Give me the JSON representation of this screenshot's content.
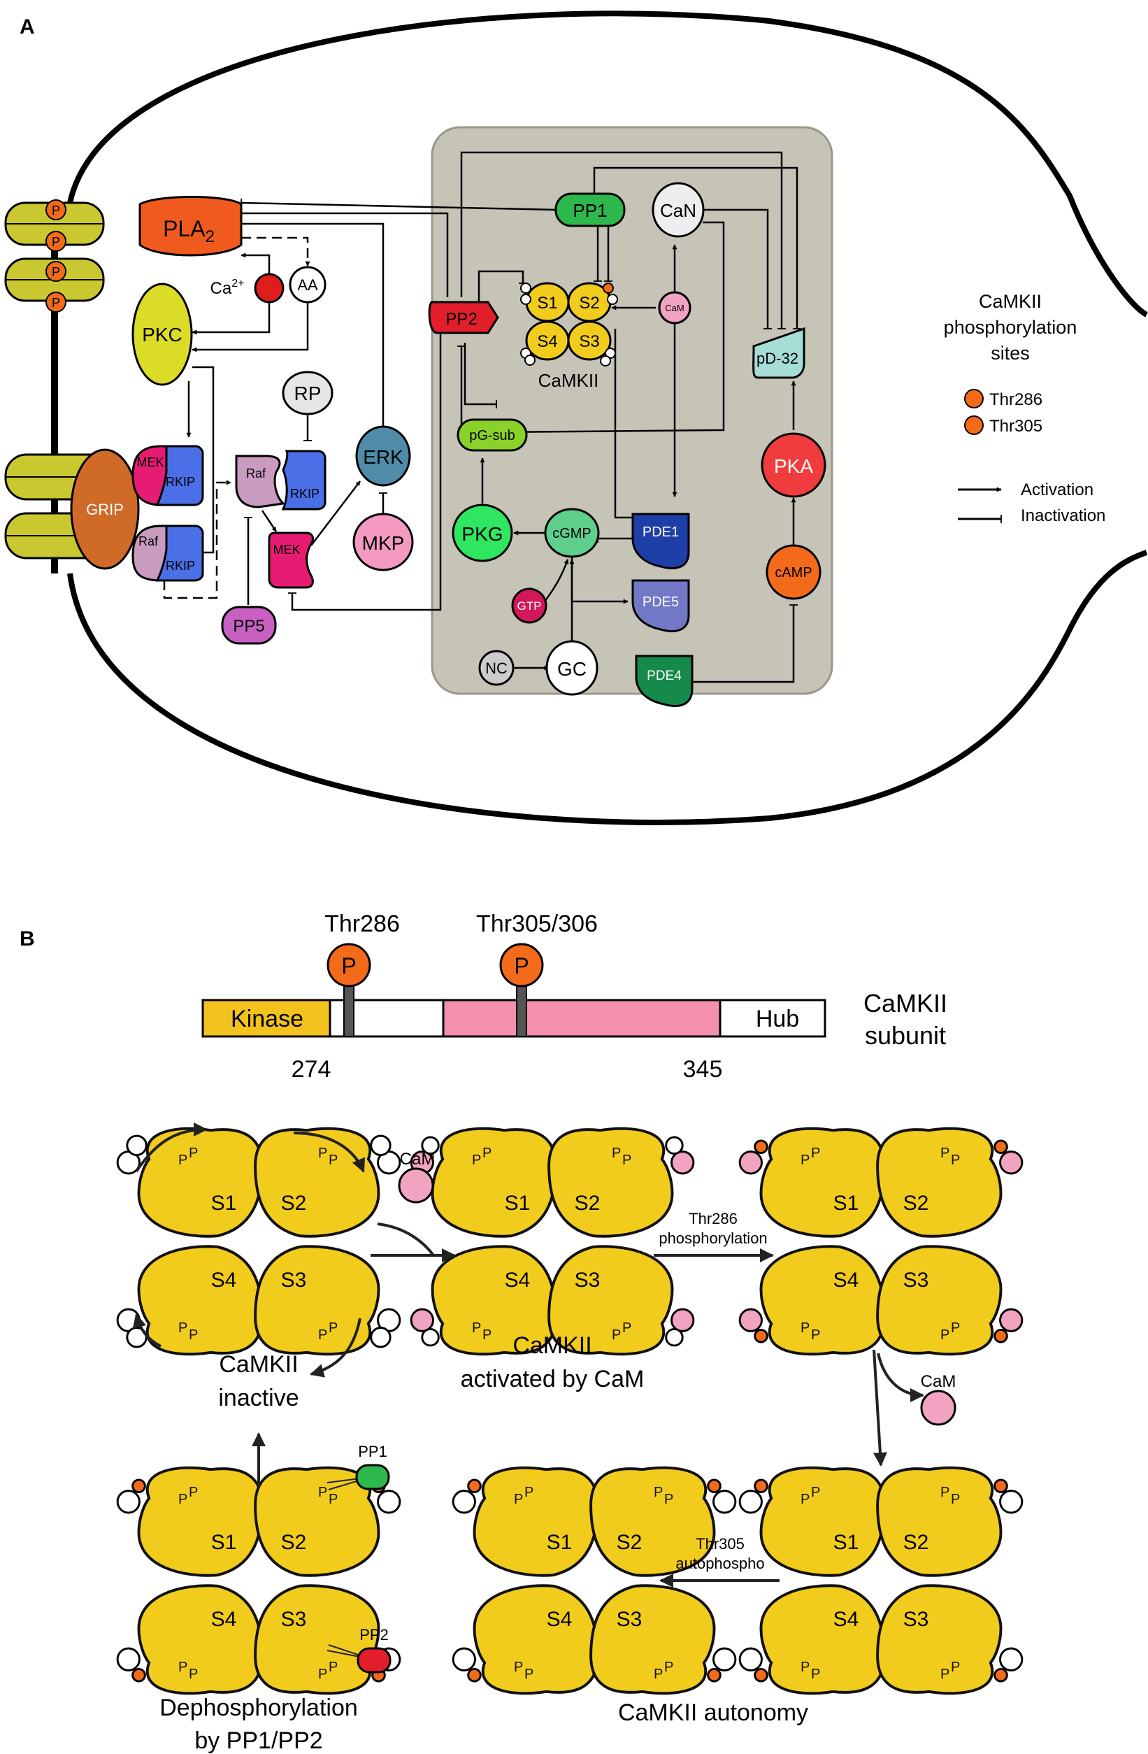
{
  "panel_labels": {
    "a": "A",
    "b": "B"
  },
  "colors": {
    "membrane": "#000000",
    "box": "#c6c4b7",
    "receptor": "#c9c831",
    "grip": "#d06a28",
    "pla2": "#f05a1e",
    "ca": "#e01d1d",
    "pkc": "#dadc28",
    "gray_node": "#e6e6e6",
    "mek": "#e61c73",
    "rkip": "#4a6fe6",
    "raf": "#c99bbf",
    "erk": "#4e8ca8",
    "mkp": "#f49ac1",
    "pp5": "#c860c2",
    "pp1": "#2db84b",
    "pp2": "#e21e2a",
    "can": "#eeeeee",
    "cam": "#f2a3c1",
    "camkii": "#f2cc1d",
    "pd32": "#a6dcd6",
    "pka": "#f03c3c",
    "camp": "#f26a1a",
    "pgsub": "#8ad22a",
    "pkg": "#2ee65f",
    "cgmp": "#5fcf8c",
    "pde1": "#1f3fa8",
    "pde5": "#7278c6",
    "pde4": "#158a4a",
    "gtp": "#d1185a",
    "nc": "#cccccc",
    "phospho": "#f26a1a",
    "kinase": "#f4c21e",
    "regulatory": "#f390ae"
  },
  "panelA": {
    "receptor_p": "P",
    "grip": "GRIP",
    "pla2_base": "PLA",
    "pla2_sub": "2",
    "ca_base": "Ca",
    "ca_sup": "2+",
    "aa": "AA",
    "pkc": "PKC",
    "rp": "RP",
    "mek": "MEK",
    "rkip": "RKIP",
    "raf": "Raf",
    "erk": "ERK",
    "mkp": "MKP",
    "pp5": "PP5",
    "pp1": "PP1",
    "pp2": "PP2",
    "can": "CaN",
    "cam": "CaM",
    "s1": "S1",
    "s2": "S2",
    "s3": "S3",
    "s4": "S4",
    "camkii": "CaMKII",
    "pd32": "pD-32",
    "pka": "PKA",
    "camp": "cAMP",
    "pgsub": "pG-sub",
    "pkg": "PKG",
    "cgmp": "cGMP",
    "pde1": "PDE1",
    "pde5": "PDE5",
    "pde4": "PDE4",
    "gtp": "GTP",
    "nc": "NC",
    "gc": "GC",
    "legend": {
      "title_lines": [
        "CaMKII",
        "phosphorylation",
        "sites"
      ],
      "thr286": "Thr286",
      "thr305": "Thr305",
      "activation": "Activation",
      "inactivation": "Inactivation"
    }
  },
  "panelB": {
    "thr286": "Thr286",
    "thr305_306": "Thr305/306",
    "p": "P",
    "kinase": "Kinase",
    "hub": "Hub",
    "pos_274": "274",
    "pos_345": "345",
    "subunit_lines": [
      "CaMKII",
      "subunit"
    ],
    "s1": "S1",
    "s2": "S2",
    "s3": "S3",
    "s4": "S4",
    "cam": "CaM",
    "inactive_lines": [
      "CaMKII",
      "inactive"
    ],
    "activated_lines": [
      "CaMKII",
      "activated by CaM"
    ],
    "thr286_phos_lines": [
      "Thr286",
      "phosphorylation"
    ],
    "thr305_auto_lines": [
      "Thr305",
      "autophospho"
    ],
    "autonomy": "CaMKII autonomy",
    "dephos_lines": [
      "Dephosphorylation",
      "by PP1/PP2"
    ],
    "pp1": "PP1",
    "pp2": "PP2"
  }
}
